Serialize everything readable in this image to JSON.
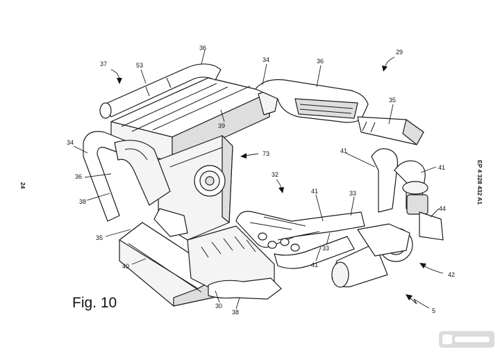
{
  "page": {
    "page_number": "24",
    "patent_number": "EP 4 328 432 A1",
    "figure_label": "Fig. 10"
  },
  "refs": {
    "r36_top": "36",
    "r37": "37",
    "r53": "53",
    "r34_top": "34",
    "r36_mid": "36",
    "r29": "29",
    "r35_right": "35",
    "r39": "39",
    "r73": "73",
    "r34_left": "34",
    "r36_left": "36",
    "r38_left": "38",
    "r32": "32",
    "r41_a": "41",
    "r41_b": "41",
    "r41_c": "41",
    "r33_a": "33",
    "r33_b": "33",
    "r41_d": "41",
    "r44": "44",
    "r35_left": "35",
    "r40": "40",
    "r42": "42",
    "r30": "30",
    "r38_bottom": "38",
    "r5": "5"
  },
  "watermark": {
    "brand_color": "#d8d8d8"
  }
}
